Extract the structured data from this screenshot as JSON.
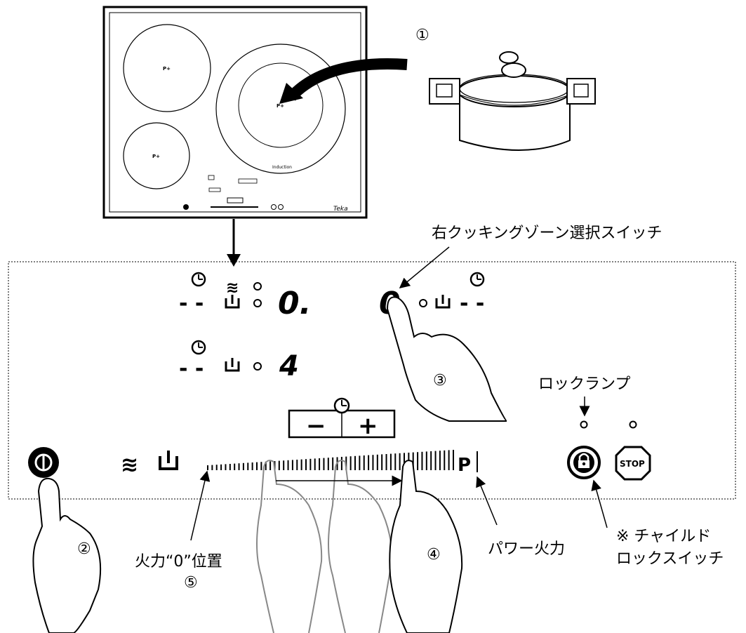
{
  "steps": [
    "①",
    "②",
    "③",
    "④",
    "⑤"
  ],
  "labels": {
    "right_zone_switch": "右クッキングゾーン選択スイッチ",
    "lock_lamp": "ロックランプ",
    "power_heat": "パワー火力",
    "child_lock_line1": "※ チャイルド",
    "child_lock_line2": "ロックスイッチ",
    "heat_zero_position": "火力“0”位置"
  },
  "cooktop": {
    "zone_label": "P+",
    "large_zone_label": "Induction",
    "brand": "Teka"
  },
  "panel": {
    "left_top_display": "0.",
    "left_bottom_display": "4",
    "right_display": "0",
    "timer_dashes": "- -",
    "power_mark": "P",
    "minus": "−",
    "plus": "+",
    "stop": "STOP"
  }
}
